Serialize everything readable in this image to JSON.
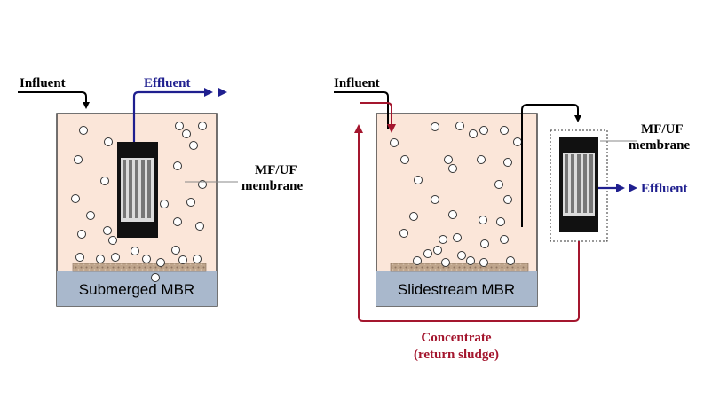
{
  "labels": {
    "left_influent": "Influent",
    "left_effluent": "Effluent",
    "left_membrane_line1": "MF/UF",
    "left_membrane_line2": "membrane",
    "left_tank": "Submerged MBR",
    "right_influent": "Influent",
    "right_membrane_line1": "MF/UF",
    "right_membrane_line2": "membrane",
    "right_effluent": "Effluent",
    "right_tank": "Slidestream MBR",
    "concentrate_line1": "Concentrate",
    "concentrate_line2": "(return sludge)"
  },
  "colors": {
    "tank_fill": "#fbe6d9",
    "tank_band": "#a9b8cc",
    "diffuser": "#b89a80",
    "effluent_blue": "#1f1f8f",
    "concentrate_red": "#a4162e",
    "membrane_dark": "#111111",
    "influent_black": "#000000"
  }
}
